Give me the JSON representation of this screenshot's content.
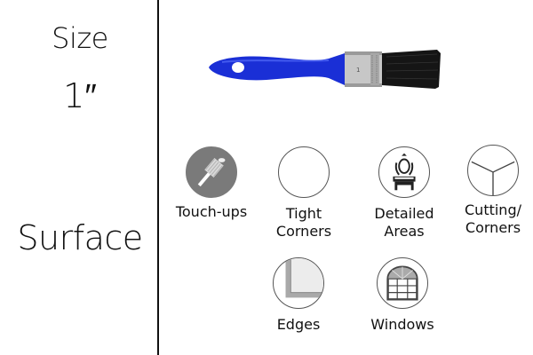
{
  "left_panel": {
    "size_heading": "Size",
    "size_value": "1″",
    "surface_heading": "Surface"
  },
  "product": {
    "icon": "paint-brush-image",
    "handle_color": "#1a2fd6",
    "ferrule_color": "#b8b8b8",
    "bristle_color": "#111111"
  },
  "surfaces": [
    {
      "label": "Touch-ups",
      "icon": "touch-up-brush-icon",
      "highlighted": true,
      "fill": "#7a7a7a"
    },
    {
      "label": "Tight\nCorners",
      "icon": "tight-corners-icon",
      "highlighted": false
    },
    {
      "label": "Detailed\nAreas",
      "icon": "ornate-mirror-icon",
      "highlighted": false
    },
    {
      "label": "Cutting/\nCorners",
      "icon": "corner-cut-icon",
      "highlighted": false
    },
    {
      "label": "Edges",
      "icon": "edge-trim-icon",
      "highlighted": false
    },
    {
      "label": "Windows",
      "icon": "arched-window-icon",
      "highlighted": false
    }
  ]
}
